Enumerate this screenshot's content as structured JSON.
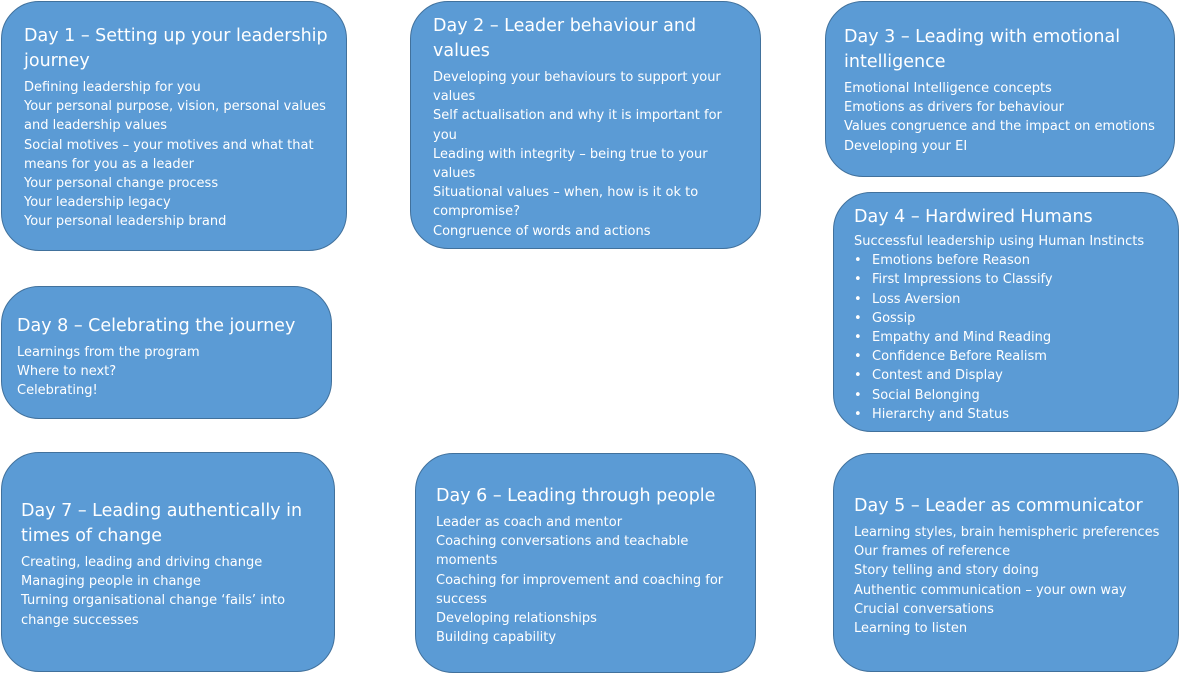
{
  "boxes": {
    "day1": {
      "title": "Day 1 – Setting up your leadership journey",
      "items": [
        "Defining leadership for you",
        "Your personal purpose, vision, personal values and leadership values",
        "Social motives – your motives and what that means for you as a leader",
        "Your personal change process",
        "Your leadership legacy",
        "Your personal leadership brand"
      ]
    },
    "day2": {
      "title": "Day 2 – Leader behaviour and values",
      "items": [
        "Developing your behaviours to support your values",
        "Self actualisation and why it is important for you",
        "Leading with integrity – being true to your values",
        "Situational values – when, how is it ok to compromise?",
        "Congruence of words and actions"
      ]
    },
    "day3": {
      "title": "Day 3 – Leading with emotional intelligence",
      "items": [
        "Emotional Intelligence concepts",
        "Emotions as drivers for behaviour",
        "Values congruence and the impact on emotions",
        "Developing your EI"
      ]
    },
    "day4": {
      "title": "Day 4 – Hardwired Humans",
      "intro": "Successful leadership using Human Instincts",
      "bullets": [
        "Emotions before Reason",
        "First Impressions to Classify",
        "Loss Aversion",
        "Gossip",
        "Empathy and Mind Reading",
        "Confidence Before Realism",
        "Contest and Display",
        "Social Belonging",
        "Hierarchy and Status"
      ]
    },
    "day5": {
      "title": "Day 5 – Leader as communicator",
      "items": [
        "Learning styles, brain hemispheric preferences",
        "Our frames of reference",
        "Story telling and story doing",
        "Authentic communication – your own way",
        "Crucial conversations",
        "Learning to listen"
      ]
    },
    "day6": {
      "title": "Day 6 – Leading through people",
      "items": [
        "Leader as coach and mentor",
        "Coaching conversations and teachable moments",
        "Coaching for improvement  and coaching for success",
        "Developing relationships",
        "Building capability"
      ]
    },
    "day7": {
      "title": "Day 7 – Leading authentically in times of change",
      "items": [
        "Creating, leading and driving change",
        "Managing people in change",
        "Turning organisational change ‘fails’ into change successes"
      ]
    },
    "day8": {
      "title": "Day 8 – Celebrating the journey",
      "items": [
        "Learnings from the program",
        "Where to next?",
        "Celebrating!"
      ]
    }
  },
  "colors": {
    "box_fill": "#5b9bd5",
    "box_border": "#41719c",
    "text": "#ffffff"
  }
}
